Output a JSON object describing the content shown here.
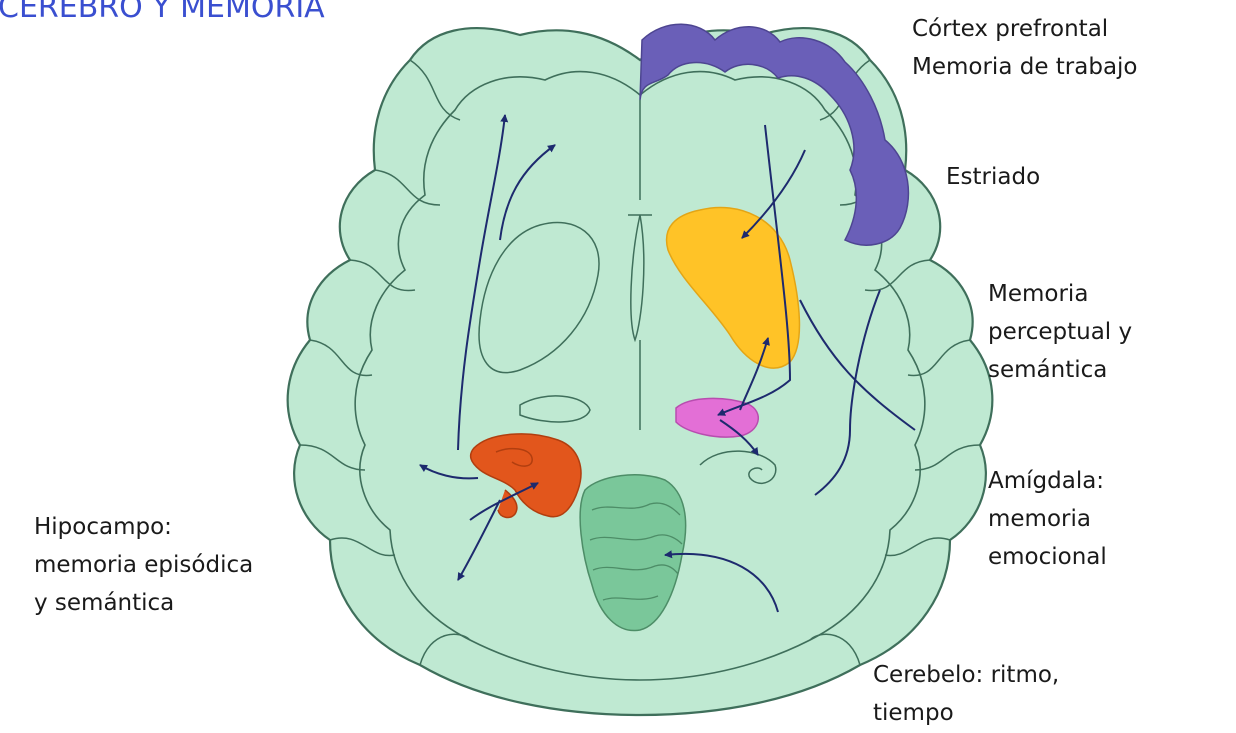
{
  "title": "CEREBRO Y MEMORIA",
  "colors": {
    "brain_fill": "#bfe9d2",
    "brain_outline": "#3f6f5b",
    "prefrontal": "#6a5fb8",
    "striatum": "#ffc327",
    "amygdala": "#e36fd6",
    "hippocampus": "#e2561c",
    "cerebellum": "#7ac79a",
    "arrows": "#1d2a6e",
    "title": "#3a4fd0"
  },
  "labels": {
    "prefrontal": {
      "line1": "Córtex prefrontal",
      "line2": "Memoria de trabajo"
    },
    "striatum": {
      "line1": "Estriado"
    },
    "perceptual": {
      "line1": "Memoria",
      "line2": "perceptual y",
      "line3": "semántica"
    },
    "amygdala": {
      "line1": "Amígdala:",
      "line2": "memoria",
      "line3": "emocional"
    },
    "hippocampus": {
      "line1": "Hipocampo:",
      "line2": "memoria episódica",
      "line3": "y semántica"
    },
    "cerebellum": {
      "line1": "Cerebelo: ritmo,",
      "line2": "tiempo"
    }
  }
}
